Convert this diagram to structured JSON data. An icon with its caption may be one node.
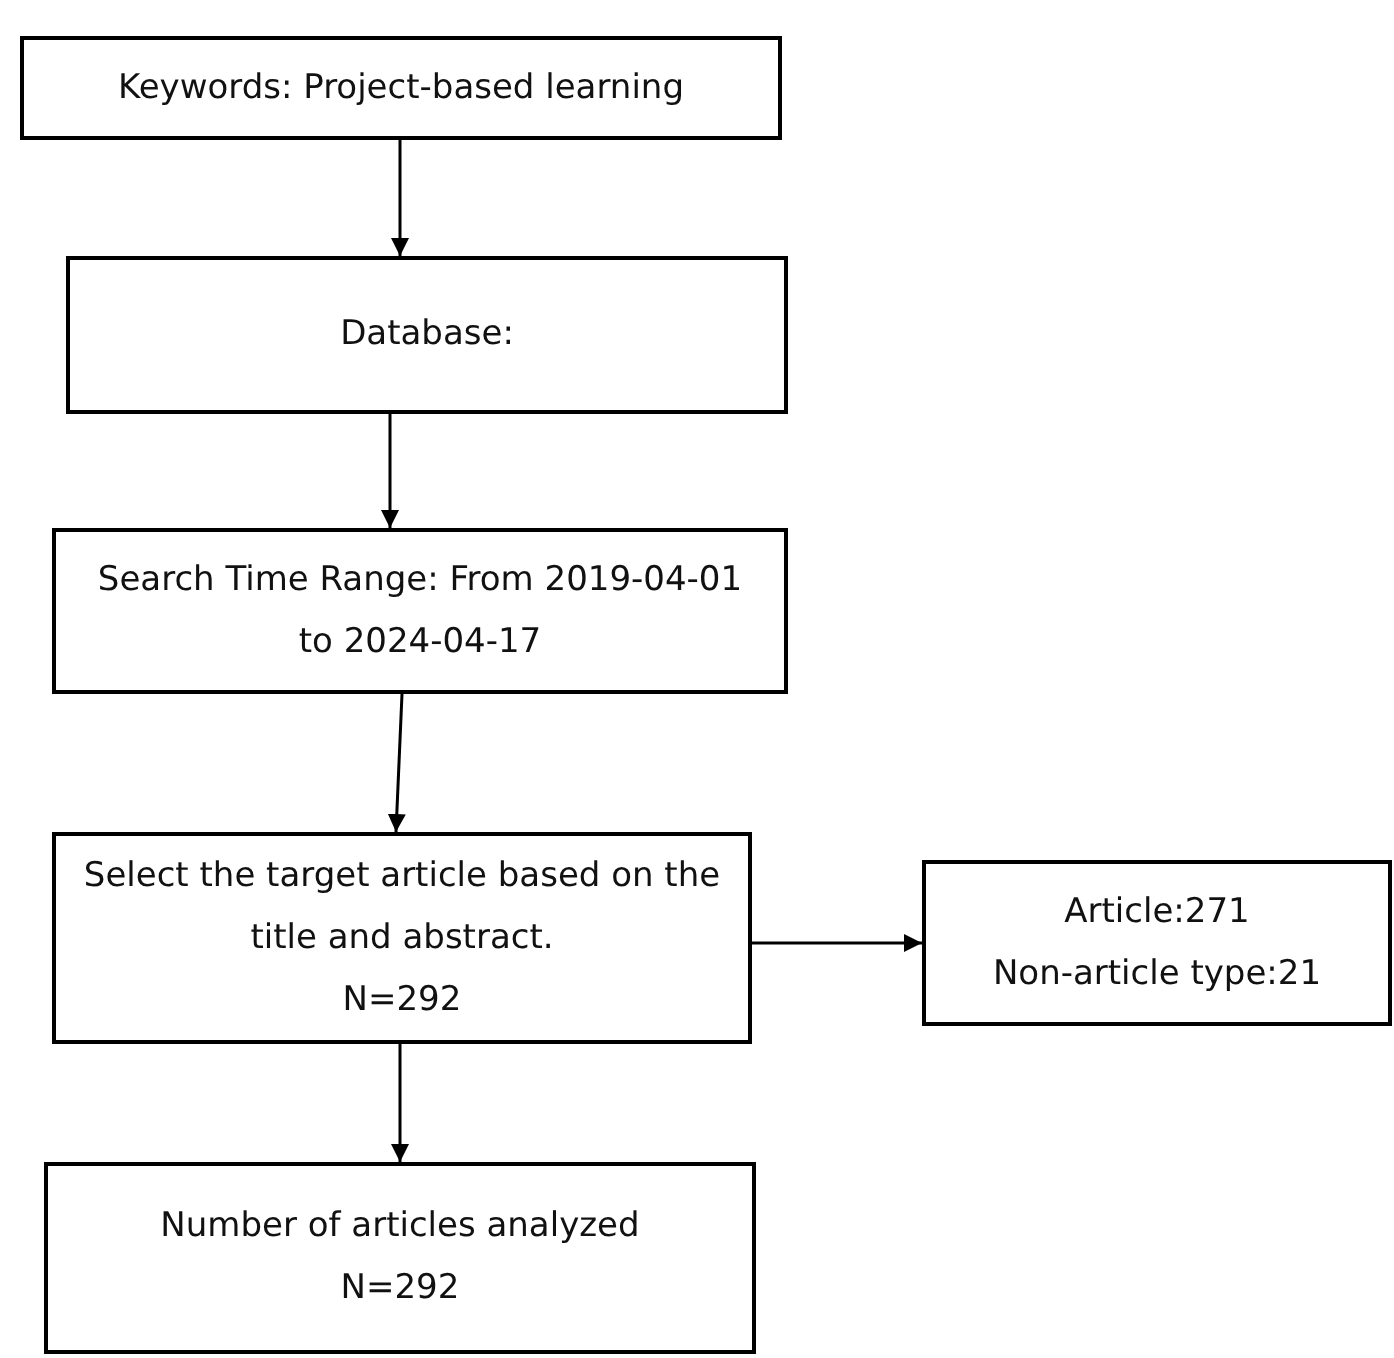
{
  "diagram": {
    "nodes": [
      {
        "text": [
          "Keywords: Project-based learning"
        ]
      },
      {
        "text": [
          "Database:"
        ]
      },
      {
        "text": [
          "Search Time Range: From 2019-04-01 to 2024-04-17"
        ]
      },
      {
        "text": [
          "Select the target article based on the title and abstract.",
          "N=292"
        ]
      },
      {
        "text": [
          "Article:271",
          "Non-article type:21"
        ]
      },
      {
        "text": [
          "Number of articles analyzed",
          "N=292"
        ]
      }
    ],
    "edges": [
      {
        "from": 0,
        "to": 1,
        "arrow": "to"
      },
      {
        "from": 1,
        "to": 2,
        "arrow": "to"
      },
      {
        "from": 2,
        "to": 3,
        "arrow": "to"
      },
      {
        "from": 3,
        "to": 4,
        "arrow": "to"
      },
      {
        "from": 3,
        "to": 5,
        "arrow": "to"
      }
    ]
  }
}
